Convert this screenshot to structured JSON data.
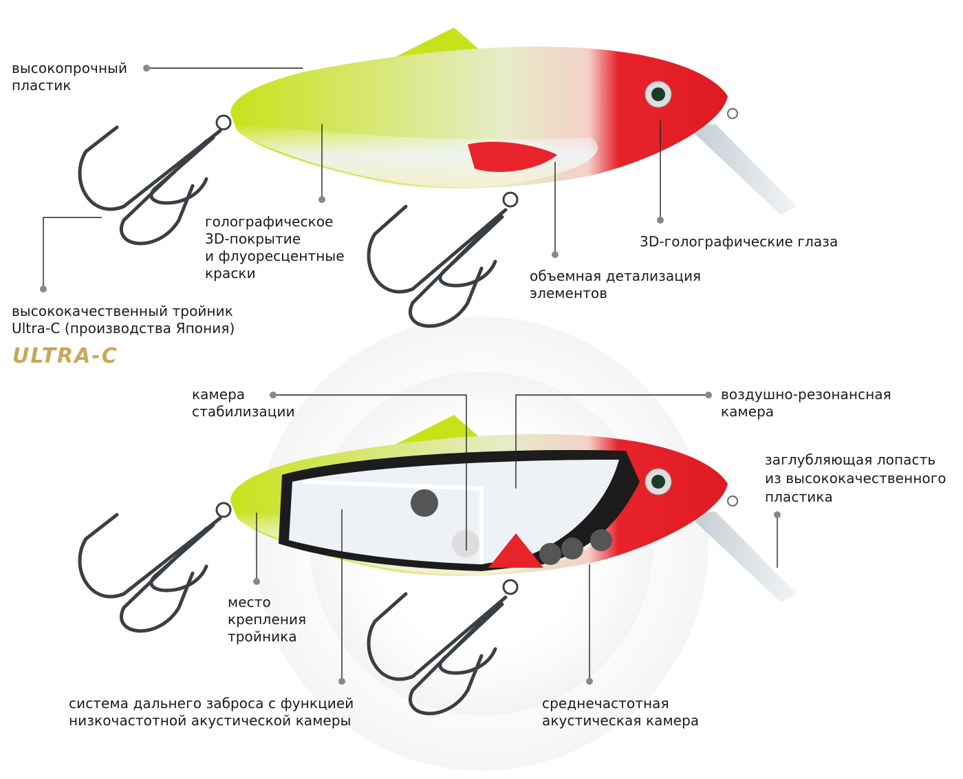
{
  "labels": {
    "plastic": [
      "высокопрочный",
      "пластик"
    ],
    "hook": [
      "высококачественный тройник",
      "Ultra-C (производства Япония)"
    ],
    "holo": [
      "голографическое",
      "3D-покрытие",
      "и флуоресцентные",
      "краски"
    ],
    "detail": [
      "объемная детализация",
      "элементов"
    ],
    "eyes": [
      "3D-голографические глаза"
    ],
    "stab": [
      "камера",
      "стабилизации"
    ],
    "air": [
      "воздушно-резонансная",
      "камера"
    ],
    "lip": [
      "заглубляющая лопасть",
      "из высококачественного",
      "пластика"
    ],
    "mount": [
      "место",
      "крепления",
      "тройника"
    ],
    "cast": [
      "система дальнего заброса с функцией",
      "низкочастотной акустической камеры"
    ],
    "mid": [
      "среднечастотная",
      "акустическая камера"
    ]
  },
  "logo": "ULTRA-C",
  "colors": {
    "head": "#e8232c",
    "back": "#c8e21a",
    "line": "#222222",
    "dot": "#888888",
    "logo": "#c9a75a"
  }
}
